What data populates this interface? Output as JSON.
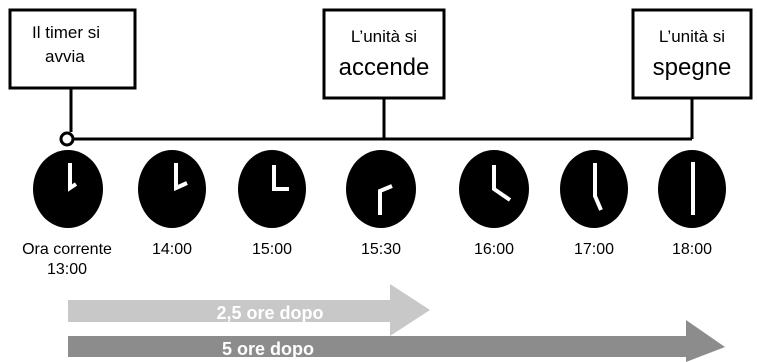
{
  "events": {
    "timer_start": {
      "line1": "Il timer si",
      "line2": "avvia"
    },
    "unit_on": {
      "line1": "L’unità si",
      "line2": "accende"
    },
    "unit_off": {
      "line1": "L’unità si",
      "line2": "spegne"
    }
  },
  "clocks": [
    {
      "time_line1": "Ora corrente",
      "time_line2": "13:00"
    },
    {
      "time_line1": "14:00"
    },
    {
      "time_line1": "15:00"
    },
    {
      "time_line1": "15:30"
    },
    {
      "time_line1": "16:00"
    },
    {
      "time_line1": "17:00"
    },
    {
      "time_line1": "18:00"
    }
  ],
  "arrows": {
    "short": {
      "label": "2,5 ore dopo",
      "color": "#c8c8c8"
    },
    "long": {
      "label": "5 ore dopo",
      "color": "#8c8c8c"
    }
  },
  "colors": {
    "clock_face": "#000000",
    "clock_hands": "#ffffff",
    "line": "#000000"
  }
}
